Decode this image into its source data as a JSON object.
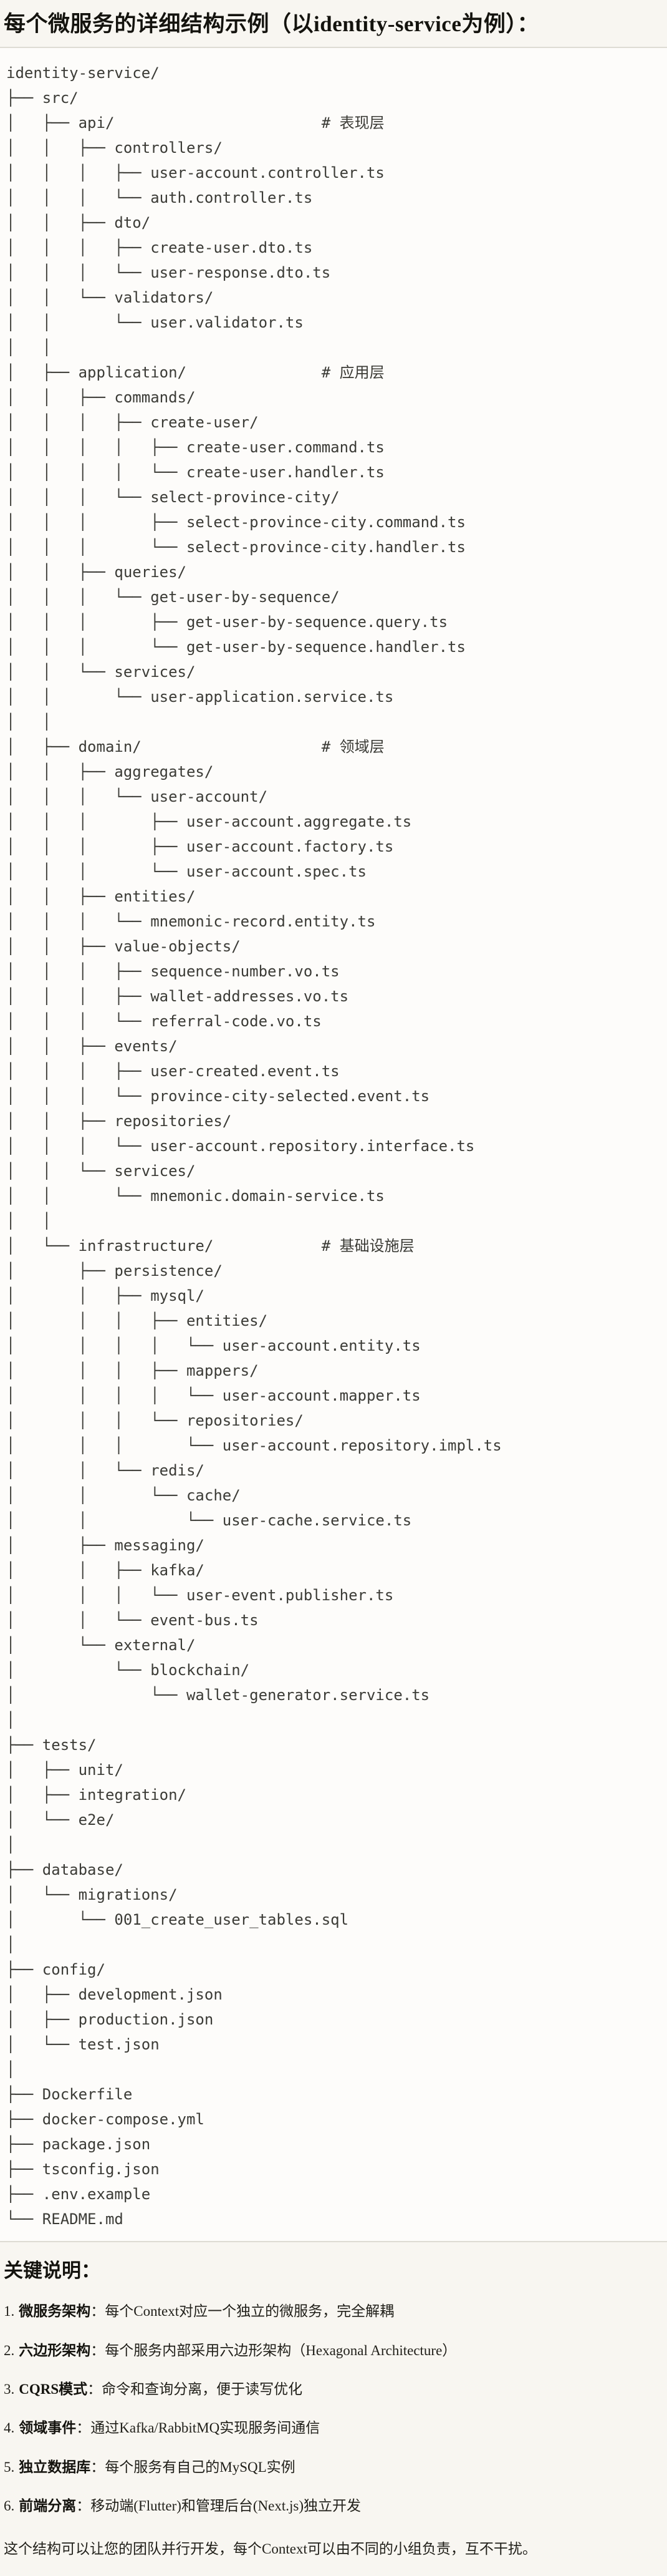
{
  "title": "每个微服务的详细结构示例（以identity-service为例）：",
  "tree": {
    "lines": [
      "identity-service/",
      "├── src/",
      "│   ├── api/                       # 表现层",
      "│   │   ├── controllers/",
      "│   │   │   ├── user-account.controller.ts",
      "│   │   │   └── auth.controller.ts",
      "│   │   ├── dto/",
      "│   │   │   ├── create-user.dto.ts",
      "│   │   │   └── user-response.dto.ts",
      "│   │   └── validators/",
      "│   │       └── user.validator.ts",
      "│   │",
      "│   ├── application/               # 应用层",
      "│   │   ├── commands/",
      "│   │   │   ├── create-user/",
      "│   │   │   │   ├── create-user.command.ts",
      "│   │   │   │   └── create-user.handler.ts",
      "│   │   │   └── select-province-city/",
      "│   │   │       ├── select-province-city.command.ts",
      "│   │   │       └── select-province-city.handler.ts",
      "│   │   ├── queries/",
      "│   │   │   └── get-user-by-sequence/",
      "│   │   │       ├── get-user-by-sequence.query.ts",
      "│   │   │       └── get-user-by-sequence.handler.ts",
      "│   │   └── services/",
      "│   │       └── user-application.service.ts",
      "│   │",
      "│   ├── domain/                    # 领域层",
      "│   │   ├── aggregates/",
      "│   │   │   └── user-account/",
      "│   │   │       ├── user-account.aggregate.ts",
      "│   │   │       ├── user-account.factory.ts",
      "│   │   │       └── user-account.spec.ts",
      "│   │   ├── entities/",
      "│   │   │   └── mnemonic-record.entity.ts",
      "│   │   ├── value-objects/",
      "│   │   │   ├── sequence-number.vo.ts",
      "│   │   │   ├── wallet-addresses.vo.ts",
      "│   │   │   └── referral-code.vo.ts",
      "│   │   ├── events/",
      "│   │   │   ├── user-created.event.ts",
      "│   │   │   └── province-city-selected.event.ts",
      "│   │   ├── repositories/",
      "│   │   │   └── user-account.repository.interface.ts",
      "│   │   └── services/",
      "│   │       └── mnemonic.domain-service.ts",
      "│   │",
      "│   └── infrastructure/            # 基础设施层",
      "│       ├── persistence/",
      "│       │   ├── mysql/",
      "│       │   │   ├── entities/",
      "│       │   │   │   └── user-account.entity.ts",
      "│       │   │   ├── mappers/",
      "│       │   │   │   └── user-account.mapper.ts",
      "│       │   │   └── repositories/",
      "│       │   │       └── user-account.repository.impl.ts",
      "│       │   └── redis/",
      "│       │       └── cache/",
      "│       │           └── user-cache.service.ts",
      "│       ├── messaging/",
      "│       │   ├── kafka/",
      "│       │   │   └── user-event.publisher.ts",
      "│       │   └── event-bus.ts",
      "│       └── external/",
      "│           └── blockchain/",
      "│               └── wallet-generator.service.ts",
      "│",
      "├── tests/",
      "│   ├── unit/",
      "│   ├── integration/",
      "│   └── e2e/",
      "│",
      "├── database/",
      "│   └── migrations/",
      "│       └── 001_create_user_tables.sql",
      "│",
      "├── config/",
      "│   ├── development.json",
      "│   ├── production.json",
      "│   └── test.json",
      "│",
      "├── Dockerfile",
      "├── docker-compose.yml",
      "├── package.json",
      "├── tsconfig.json",
      "├── .env.example",
      "└── README.md"
    ]
  },
  "notes": {
    "heading": "关键说明：",
    "items": [
      {
        "num": "1.",
        "label": "微服务架构",
        "text": "：每个Context对应一个独立的微服务，完全解耦"
      },
      {
        "num": "2.",
        "label": "六边形架构",
        "text": "：每个服务内部采用六边形架构（Hexagonal Architecture）"
      },
      {
        "num": "3.",
        "label": "CQRS模式",
        "text": "：命令和查询分离，便于读写优化"
      },
      {
        "num": "4.",
        "label": "领域事件",
        "text": "：通过Kafka/RabbitMQ实现服务间通信"
      },
      {
        "num": "5.",
        "label": "独立数据库",
        "text": "：每个服务有自己的MySQL实例"
      },
      {
        "num": "6.",
        "label": "前端分离",
        "text": "：移动端(Flutter)和管理后台(Next.js)独立开发"
      }
    ],
    "closing": "这个结构可以让您的团队并行开发，每个Context可以由不同的小组负责，互不干扰。"
  },
  "colors": {
    "page_background": "#F8F6F1",
    "code_background": "#FDFCFA",
    "code_border": "#DEDCD4",
    "tree_text": "#3B3B36",
    "heading_text": "#14130E"
  }
}
